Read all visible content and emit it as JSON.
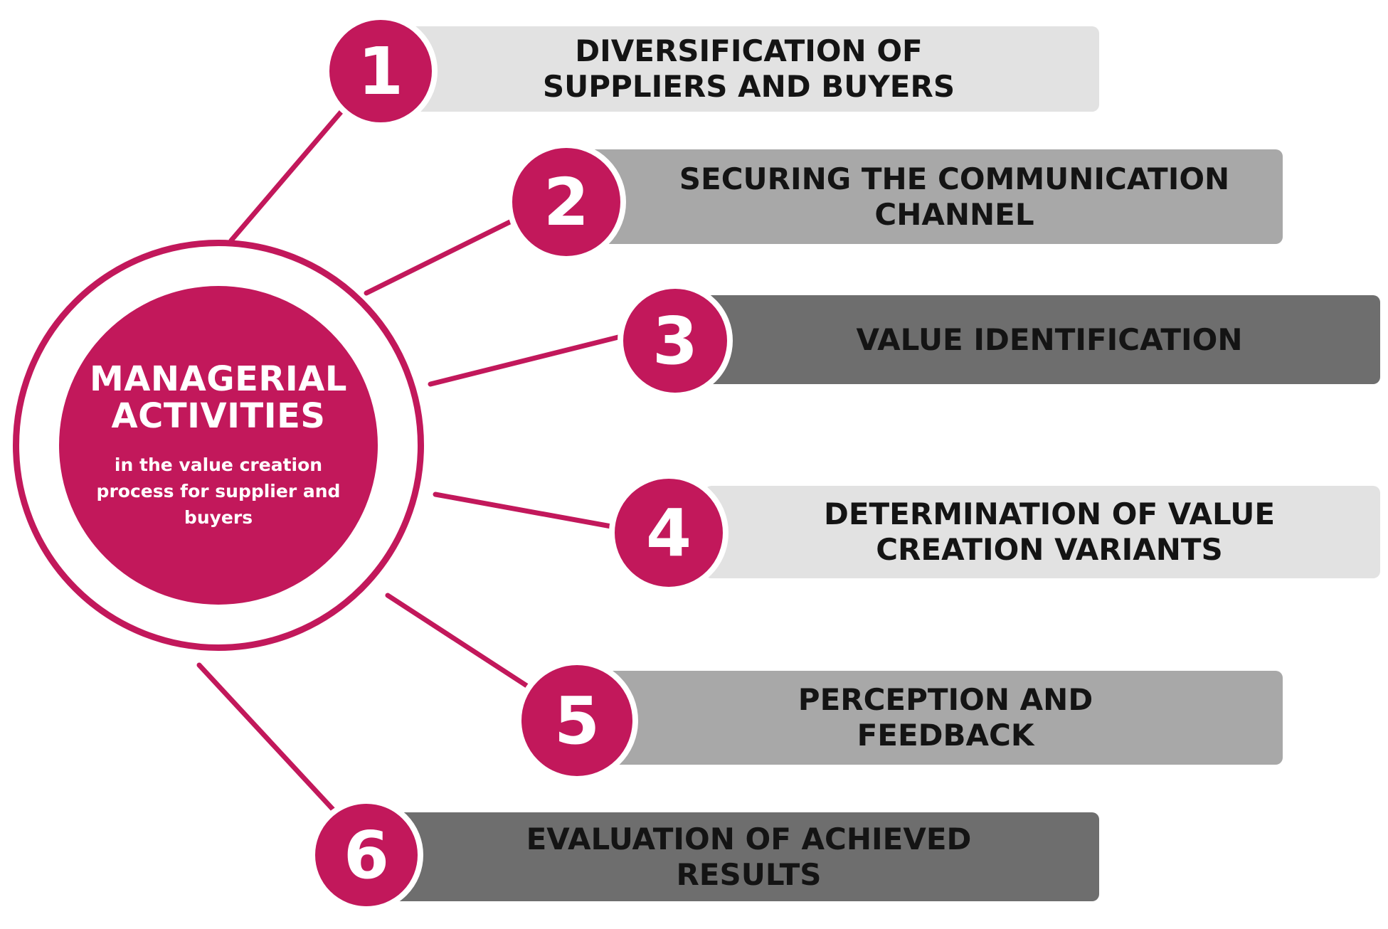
{
  "colors": {
    "accent": "#c2185b",
    "bar_light": "#e2e2e2",
    "bar_mid": "#a8a8a8",
    "bar_dark": "#6e6e6e",
    "text_dark": "#141414"
  },
  "hub": {
    "title_line1": "MANAGERIAL",
    "title_line2": "ACTIVITIES",
    "subtitle": "in the value creation process for supplier and buyers"
  },
  "steps": [
    {
      "number": "1",
      "label": "DIVERSIFICATION OF SUPPLIERS AND BUYERS"
    },
    {
      "number": "2",
      "label": "SECURING THE COMMUNICATION CHANNEL"
    },
    {
      "number": "3",
      "label": "VALUE IDENTIFICATION"
    },
    {
      "number": "4",
      "label": "DETERMINATION OF VALUE CREATION VARIANTS"
    },
    {
      "number": "5",
      "label": "PERCEPTION AND FEEDBACK"
    },
    {
      "number": "6",
      "label": "EVALUATION OF ACHIEVED RESULTS"
    }
  ]
}
